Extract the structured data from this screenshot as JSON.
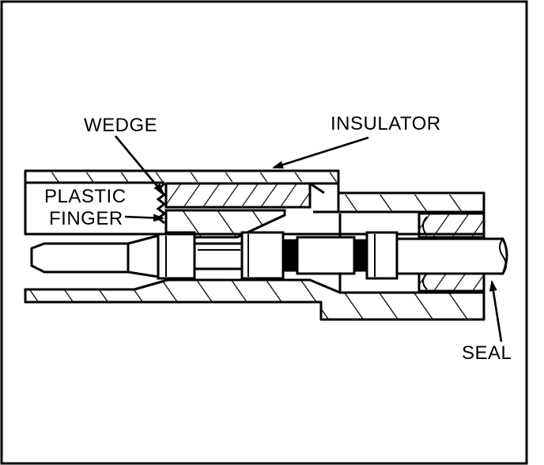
{
  "labels": {
    "wedge": "WEDGE",
    "insulator": "INSULATOR",
    "plastic_finger_line1": "PLASTIC",
    "plastic_finger_line2": "FINGER",
    "seal": "SEAL"
  },
  "colors": {
    "ink": "#000000",
    "paper": "#ffffff"
  }
}
